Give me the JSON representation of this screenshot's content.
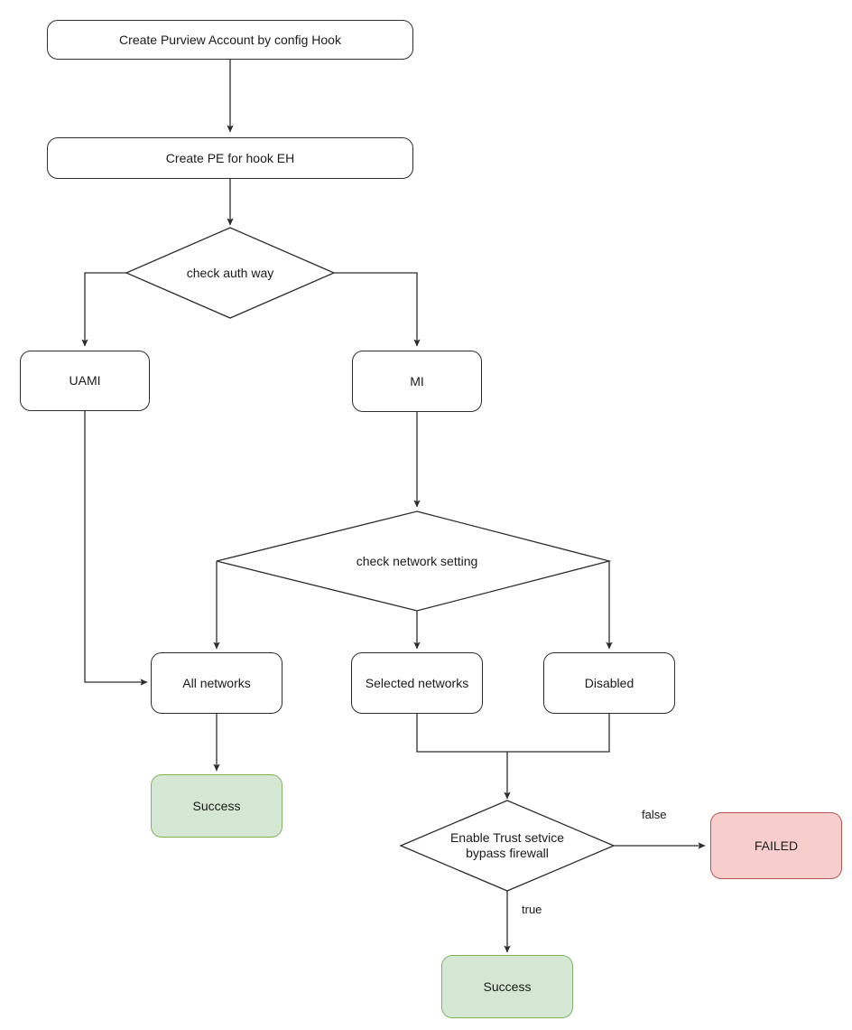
{
  "diagram": {
    "type": "flowchart",
    "title": "Create Purview Account by config Hook",
    "orientation": "top-down",
    "colors": {
      "node_border": "#2c2c2c",
      "node_fill": "#ffffff",
      "success_fill": "#d5e8d4",
      "success_border": "#82b366",
      "failed_fill": "#f8cecc",
      "failed_border": "#b85450",
      "edge_stroke": "#2c2c2c",
      "text": "#1a1a1a"
    },
    "nodes": {
      "create_account": {
        "label": "Create Purview Account by config Hook",
        "shape": "rounded-rect"
      },
      "create_pe": {
        "label": "Create PE for hook EH",
        "shape": "rounded-rect"
      },
      "check_auth": {
        "label": "check auth way",
        "shape": "diamond"
      },
      "uami": {
        "label": "UAMI",
        "shape": "rounded-rect"
      },
      "mi": {
        "label": "MI",
        "shape": "rounded-rect"
      },
      "check_network": {
        "label": "check network setting",
        "shape": "diamond"
      },
      "all_networks": {
        "label": "All networks",
        "shape": "rounded-rect"
      },
      "selected_networks": {
        "label": "Selected networks",
        "shape": "rounded-rect"
      },
      "disabled": {
        "label": "Disabled",
        "shape": "rounded-rect"
      },
      "success_left": {
        "label": "Success",
        "shape": "rounded-rect",
        "style": "success"
      },
      "enable_trust": {
        "label_line1": "Enable Trust setvice",
        "label_line2": "bypass firewall",
        "shape": "diamond"
      },
      "failed": {
        "label": "FAILED",
        "shape": "rounded-rect",
        "style": "failed"
      },
      "success_bottom": {
        "label": "Success",
        "shape": "rounded-rect",
        "style": "success"
      }
    },
    "edge_labels": {
      "false": "false",
      "true": "true"
    },
    "edges": [
      {
        "from": "create_account",
        "to": "create_pe",
        "label": ""
      },
      {
        "from": "create_pe",
        "to": "check_auth",
        "label": ""
      },
      {
        "from": "check_auth",
        "to": "uami",
        "label": ""
      },
      {
        "from": "check_auth",
        "to": "mi",
        "label": ""
      },
      {
        "from": "uami",
        "to": "all_networks",
        "label": ""
      },
      {
        "from": "mi",
        "to": "check_network",
        "label": ""
      },
      {
        "from": "check_network",
        "to": "all_networks",
        "label": ""
      },
      {
        "from": "check_network",
        "to": "selected_networks",
        "label": ""
      },
      {
        "from": "check_network",
        "to": "disabled",
        "label": ""
      },
      {
        "from": "all_networks",
        "to": "success_left",
        "label": ""
      },
      {
        "from": "selected_networks",
        "to": "enable_trust",
        "label": ""
      },
      {
        "from": "disabled",
        "to": "enable_trust",
        "label": ""
      },
      {
        "from": "enable_trust",
        "to": "failed",
        "label": "false"
      },
      {
        "from": "enable_trust",
        "to": "success_bottom",
        "label": "true"
      }
    ]
  }
}
